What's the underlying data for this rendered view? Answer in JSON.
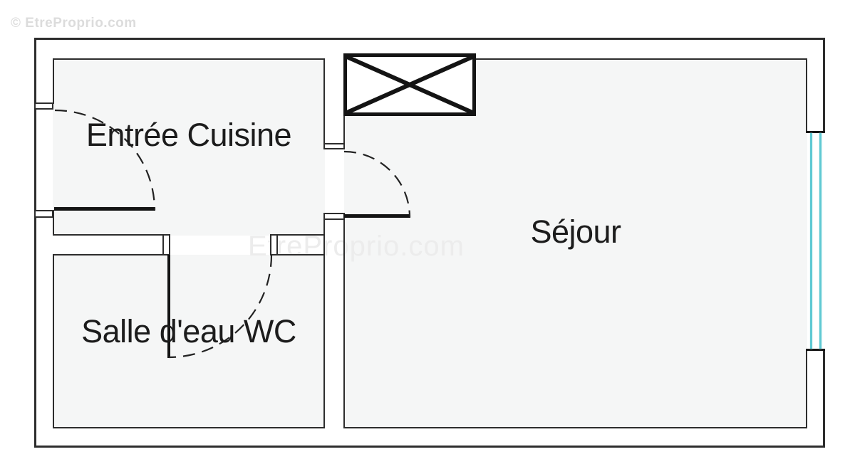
{
  "watermarks": {
    "top_left": "© EtreProprio.com",
    "center": "EtreProprio.com"
  },
  "rooms": [
    {
      "name": "entree-cuisine",
      "label": "Entrée Cuisine"
    },
    {
      "name": "salle-eau-wc",
      "label": "Salle d'eau WC"
    },
    {
      "name": "sejour",
      "label": "Séjour"
    }
  ],
  "colors": {
    "wall_line": "#2d2d2d",
    "thick_element": "#141414",
    "room_fill": "#f5f6f6",
    "window_glass": "#5fc9d3",
    "watermark": "#dcdcdc",
    "label_text": "#1c1c1c",
    "background": "#ffffff"
  }
}
